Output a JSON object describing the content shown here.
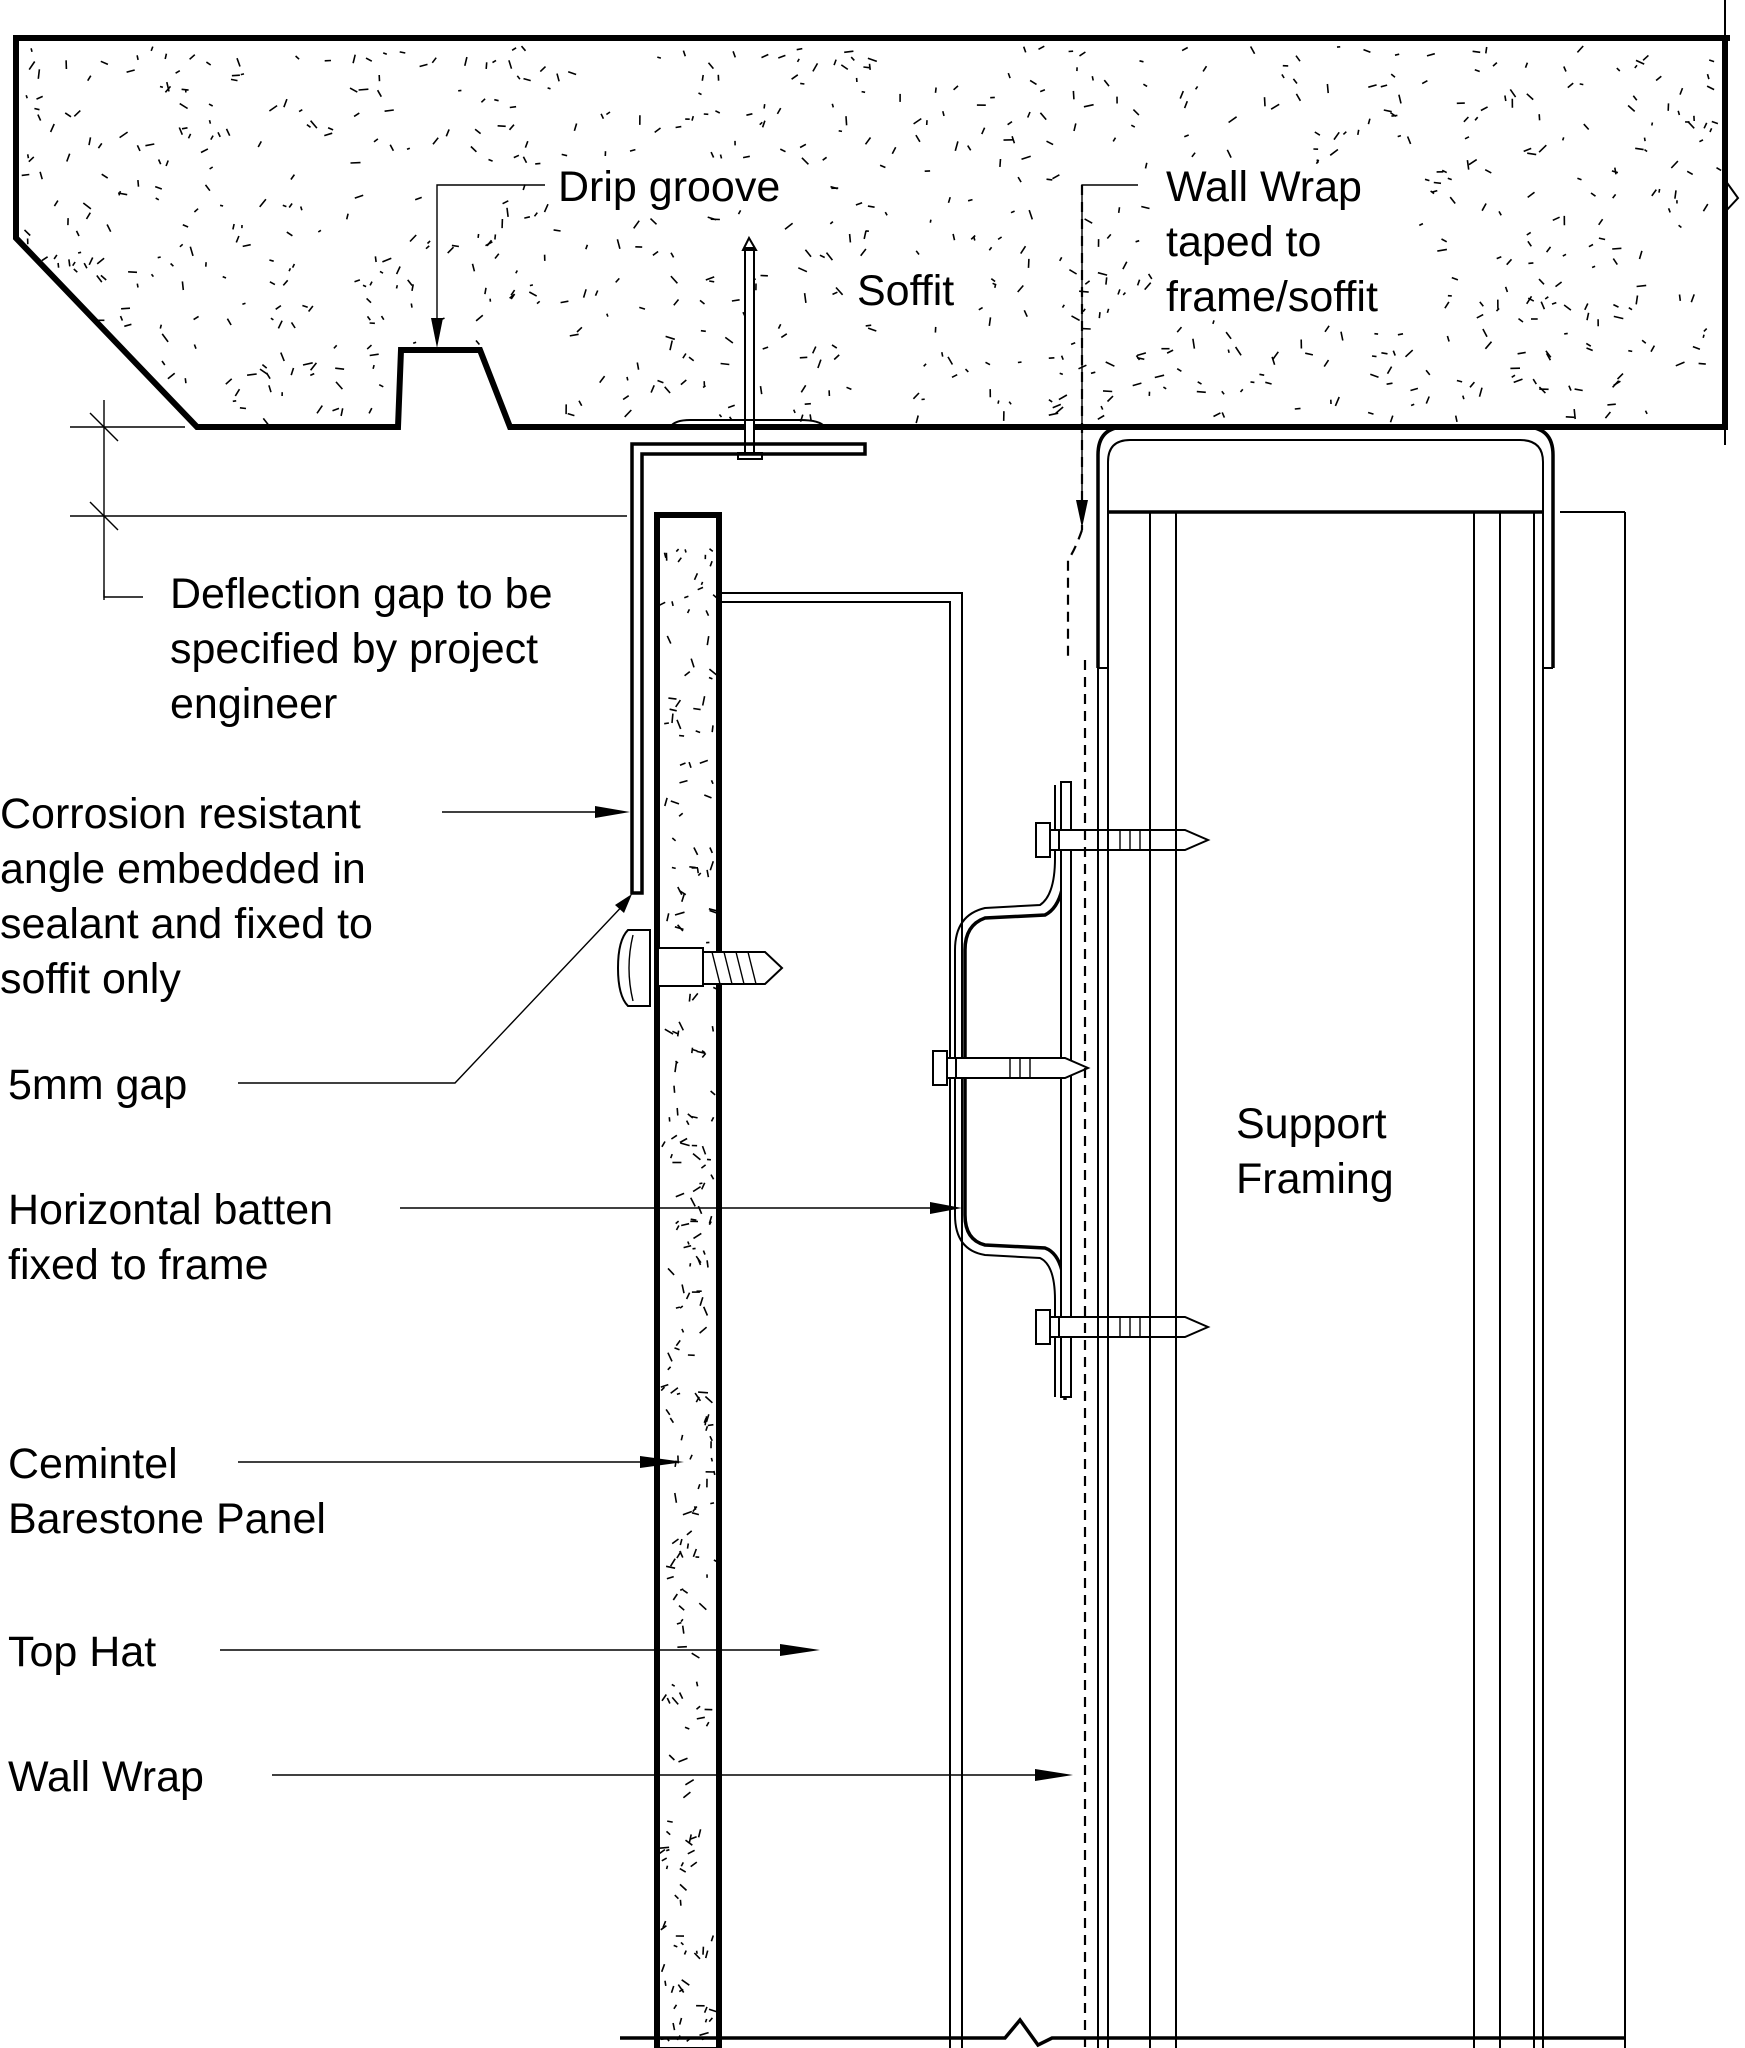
{
  "labels": {
    "drip_groove": "Drip groove",
    "soffit": "Soffit",
    "wall_wrap_taped_1": "Wall Wrap",
    "wall_wrap_taped_2": "taped to",
    "wall_wrap_taped_3": "frame/soffit",
    "deflection_1": "Deflection gap to be",
    "deflection_2": "specified by project",
    "deflection_3": "engineer",
    "angle_1": "Corrosion resistant",
    "angle_2": "angle embedded in",
    "angle_3": "sealant and fixed to",
    "angle_4": "soffit only",
    "gap_5mm": "5mm gap",
    "batten_1": "Horizontal batten",
    "batten_2": "fixed to frame",
    "panel_1": "Cemintel",
    "panel_2": "Barestone Panel",
    "top_hat": "Top Hat",
    "wall_wrap": "Wall Wrap",
    "support_1": "Support",
    "support_2": "Framing"
  }
}
